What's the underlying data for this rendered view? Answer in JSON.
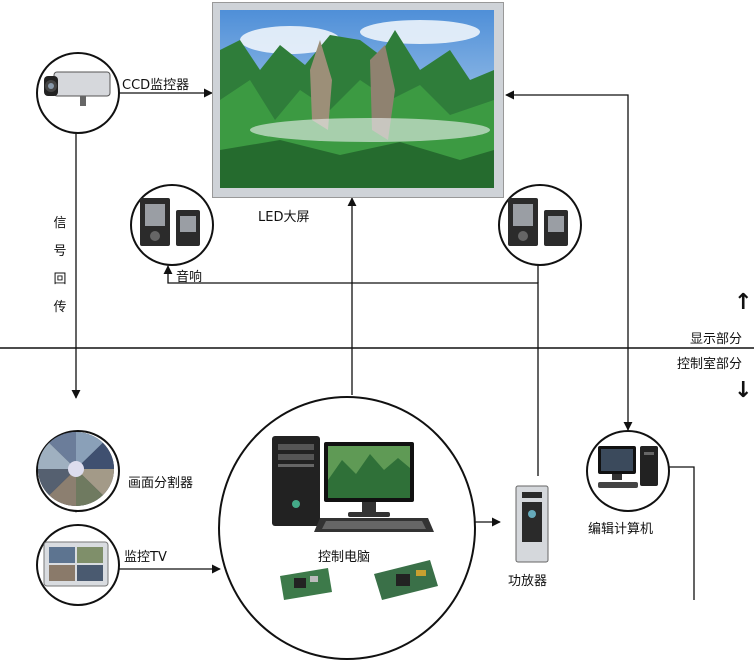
{
  "labels": {
    "ccd_camera": "CCD监控器",
    "led_screen": "LED大屏",
    "signal_return": [
      "信",
      "号",
      "回",
      "传"
    ],
    "speaker": "音响",
    "display_section": "显示部分",
    "control_room_section": "控制室部分",
    "splitter": "画面分割器",
    "monitor_tv": "监控TV",
    "control_pc": "控制电脑",
    "amplifier": "功放器",
    "editing_pc": "编辑计算机"
  },
  "icons": {
    "up_arrow": "↑",
    "down_arrow": "↓"
  }
}
